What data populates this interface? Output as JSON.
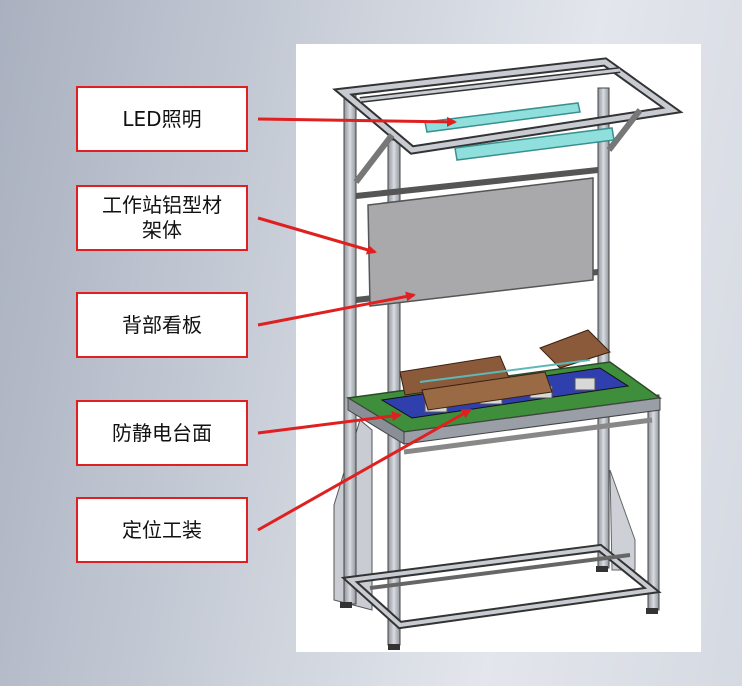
{
  "colors": {
    "callout_border": "#e02020",
    "arrow": "#e02020",
    "frame_metal": "#b8bcc4",
    "light_fixture": "#7fd6d6",
    "back_panel": "#a8a8aa",
    "esd_top": "#3c8a3a",
    "fixture_blue": "#2a3aa8",
    "part": "#8a5a3a"
  },
  "callouts": [
    {
      "id": "led",
      "label": "LED照明"
    },
    {
      "id": "frame",
      "label": "工作站铝型材\n架体"
    },
    {
      "id": "back",
      "label": "背部看板"
    },
    {
      "id": "esd",
      "label": "防静电台面"
    },
    {
      "id": "fixture",
      "label": "定位工装"
    }
  ]
}
